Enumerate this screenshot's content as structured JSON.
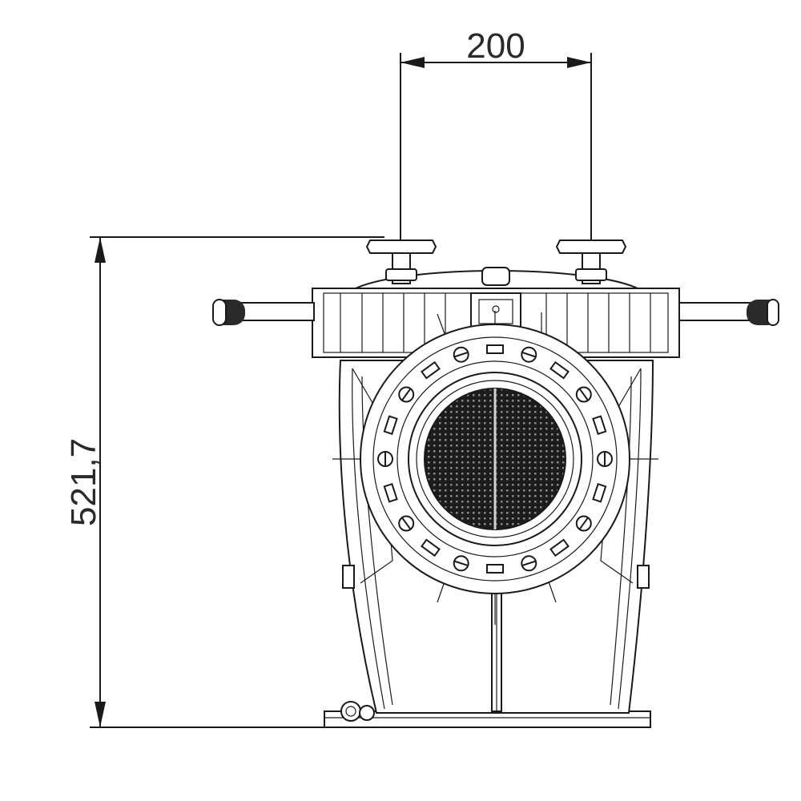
{
  "drawing": {
    "type": "technical-drawing",
    "subject": "pump-front-view",
    "dimensions": {
      "width_label": "200",
      "height_label": "521,7"
    },
    "line_color": "#1a1a1a",
    "background": "#ffffff"
  }
}
